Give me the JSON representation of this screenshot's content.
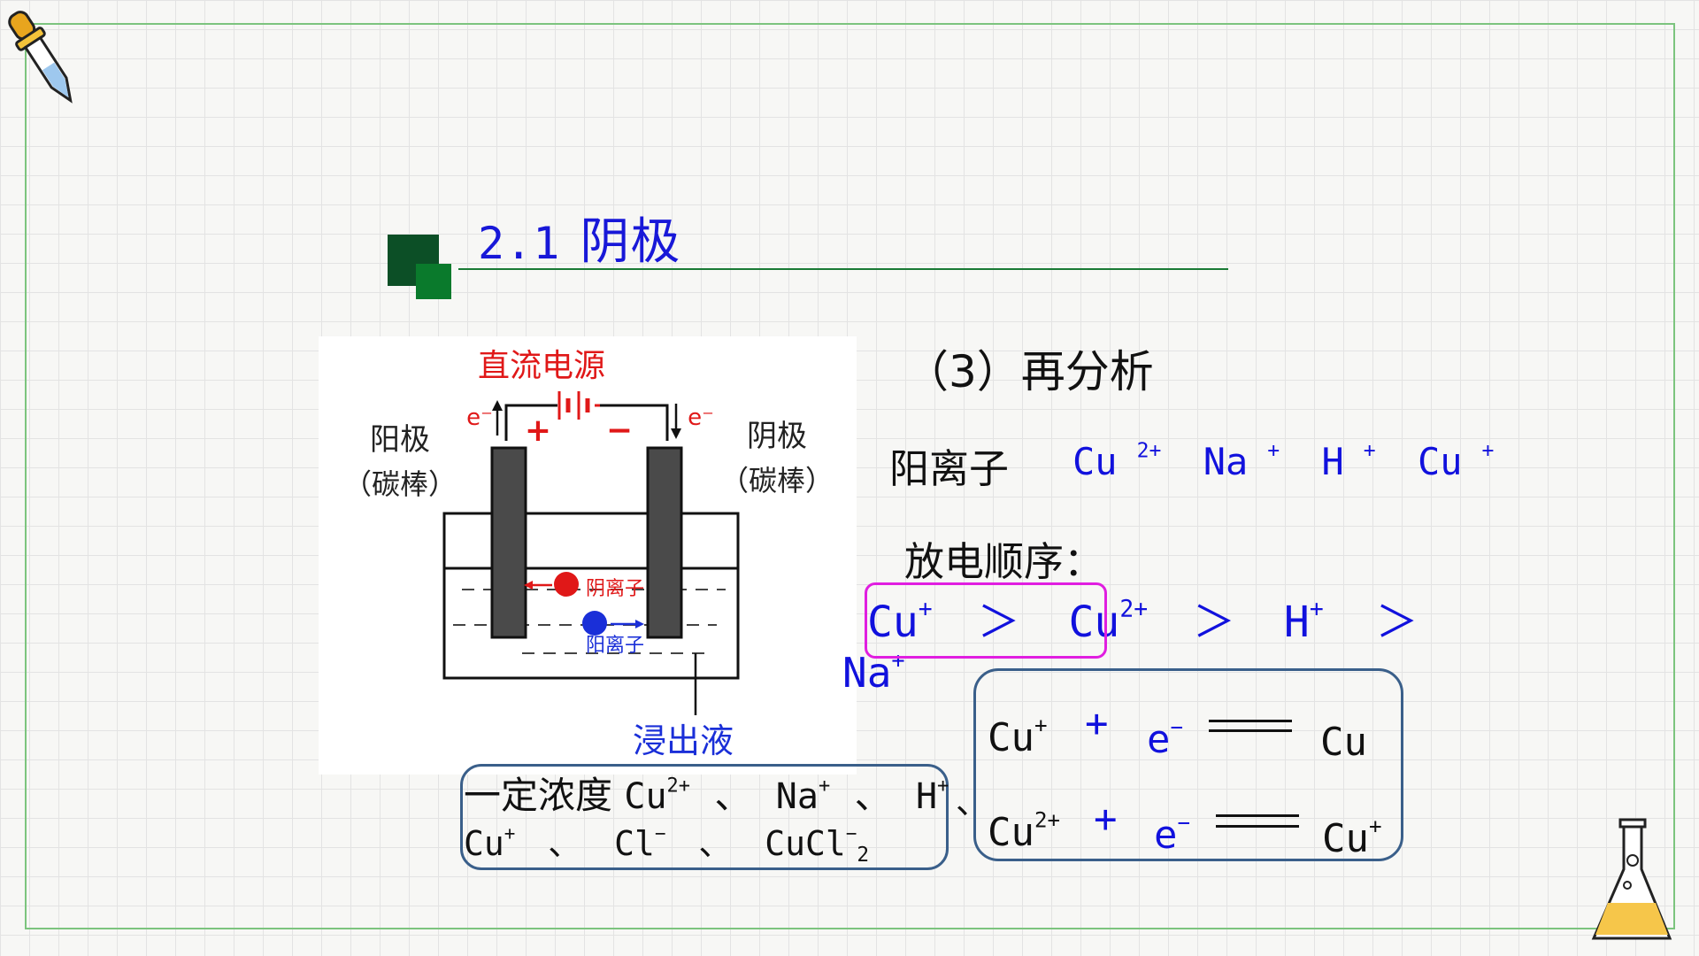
{
  "title": {
    "number": "2.1",
    "text": "阴极"
  },
  "figure": {
    "power_label": "直流电源",
    "anode_label": "阳极",
    "anode_sub": "（碳棒）",
    "cathode_label": "阴极",
    "cathode_sub": "（碳棒）",
    "electron_left": "e⁻",
    "electron_right": "e⁻",
    "plus": "+",
    "minus": "−",
    "anion_label": "阴离子",
    "cation_label": "阳离子",
    "liquid_label": "浸出液",
    "colors": {
      "red": "#e01818",
      "blue": "#1a2fd8",
      "electrode": "#4a4a4a"
    }
  },
  "section": {
    "heading": "（3）再分析"
  },
  "cations": {
    "label": "阳离子",
    "items": [
      {
        "base": "Cu",
        "charge": "2+"
      },
      {
        "base": "Na",
        "charge": "+"
      },
      {
        "base": "H",
        "charge": "+"
      },
      {
        "base": "Cu",
        "charge": "+"
      }
    ]
  },
  "discharge": {
    "label": "放电顺序：",
    "sequence": [
      {
        "base": "Cu",
        "charge": "+"
      },
      {
        "base": "Cu",
        "charge": "2+"
      },
      {
        "base": "H",
        "charge": "+"
      },
      {
        "base": "Na",
        "charge": "+"
      }
    ],
    "gt": "＞"
  },
  "equations": [
    {
      "reactant": "Cu",
      "reactant_charge": "+",
      "plus": "+",
      "electron": "e",
      "electron_charge": "−",
      "product": "Cu",
      "product_charge": ""
    },
    {
      "reactant": "Cu",
      "reactant_charge": "2+",
      "plus": "+",
      "electron": "e",
      "electron_charge": "−",
      "product": "Cu",
      "product_charge": "+"
    }
  ],
  "concentration": {
    "line1_text": "一定浓度",
    "line1_species": [
      {
        "base": "Cu",
        "charge": "2+"
      },
      {
        "base": "Na",
        "charge": "+"
      },
      {
        "base": "H",
        "charge": "+"
      }
    ],
    "line2_species": [
      {
        "base": "Cu",
        "charge": "+"
      },
      {
        "base": "Cl",
        "charge": "−"
      },
      {
        "base": "CuCl",
        "charge": "−",
        "sub": "2"
      }
    ],
    "sep": "、"
  },
  "accent_colors": {
    "title_blue": "#1818d8",
    "frame_green": "#7cc47e",
    "square_dark": "#0c4f26",
    "box_pink": "#e01ee0",
    "box_blue": "#3a5f8a"
  },
  "icons": [
    "dropper-icon",
    "flask-icon"
  ]
}
